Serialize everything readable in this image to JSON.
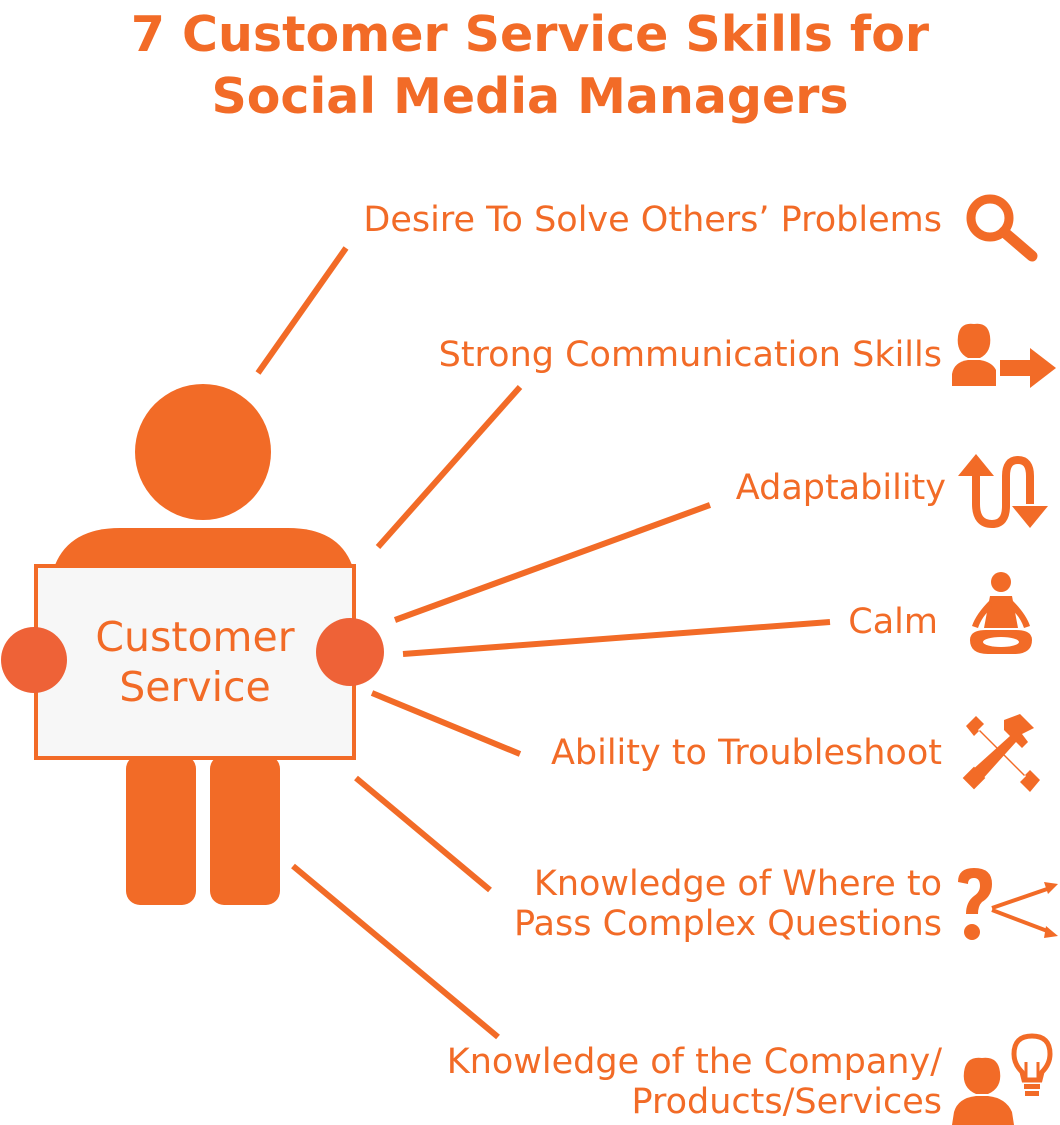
{
  "title": {
    "line1": "7 Customer Service Skills for",
    "line2": "Social Media Managers"
  },
  "sign": {
    "line1": "Customer",
    "line2": "Service"
  },
  "skills": [
    {
      "label": "Desire To Solve Others’ Problems",
      "icon": "magnifier-icon"
    },
    {
      "label": "Strong Communication Skills",
      "icon": "person-arrow-icon"
    },
    {
      "label": "Adaptability",
      "icon": "up-down-arrows-icon"
    },
    {
      "label": "Calm",
      "icon": "meditation-icon"
    },
    {
      "label": "Ability to Troubleshoot",
      "icon": "wrench-hammer-icon"
    },
    {
      "label_line1": "Knowledge of Where to",
      "label_line2": "Pass Complex Questions",
      "icon": "question-arrows-icon"
    },
    {
      "label_line1": "Knowledge of the Company/",
      "label_line2": "Products/Services",
      "icon": "person-lightbulb-icon"
    }
  ],
  "colors": {
    "accent": "#f26b27",
    "hands": "#ee6237",
    "sign_bg": "#f7f7f7"
  }
}
